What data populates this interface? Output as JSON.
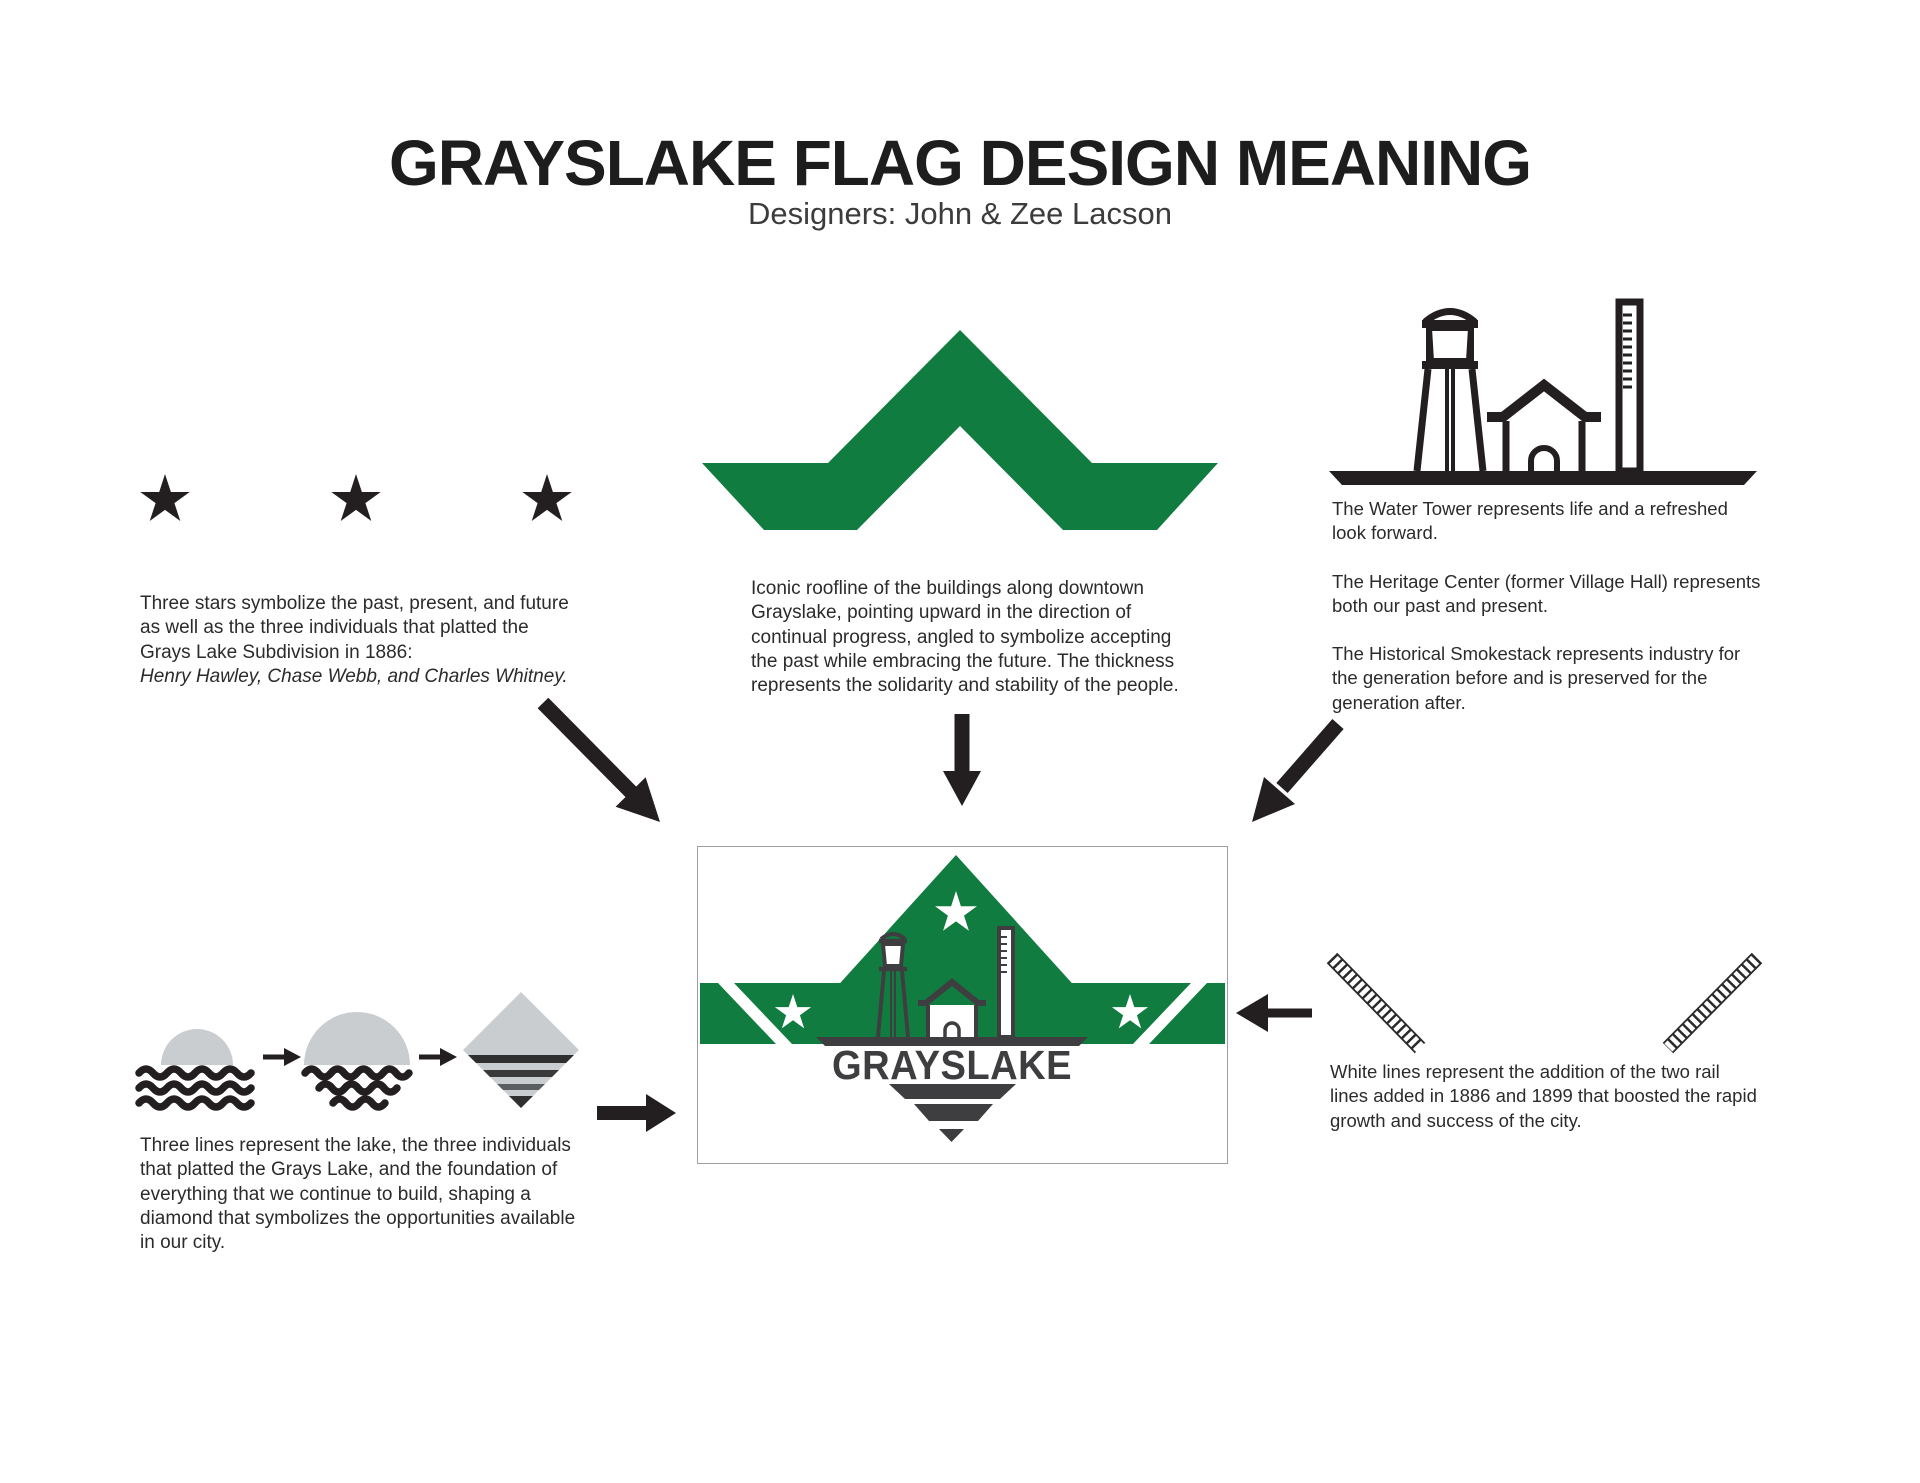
{
  "title": "GRAYSLAKE FLAG DESIGN MEANING",
  "subtitle": "Designers: John & Zee Lacson",
  "flag": {
    "wordmark": "GRAYSLAKE"
  },
  "sections": {
    "stars": {
      "paragraph": [
        "Three stars symbolize the past, present, and future",
        "as well as the three individuals that platted the",
        "Grays Lake Subdivision in 1886:"
      ],
      "names": "Henry Hawley, Chase Webb, and Charles Whitney."
    },
    "roofline": {
      "paragraph": [
        "Iconic roofline of the buildings along downtown",
        "Grayslake, pointing upward in the direction of",
        "continual progress, angled to symbolize accepting",
        "the past while embracing the future. The thickness",
        "represents the solidarity and stability of the people."
      ]
    },
    "landmarks": {
      "water_tower": [
        "The Water Tower represents life and a refreshed",
        "look forward."
      ],
      "heritage_center": [
        "The Heritage Center (former Village Hall) represents",
        "both our past and present."
      ],
      "smokestack": [
        "The Historical Smokestack represents industry for",
        "the generation before and is preserved for the",
        "generation after."
      ]
    },
    "lake": {
      "paragraph": [
        "Three lines represent the lake, the three individuals",
        "that platted the Grays Lake, and the foundation of",
        "everything that we continue to build, shaping a",
        "diamond that symbolizes the opportunities available",
        "in our city."
      ]
    },
    "rail": {
      "paragraph": [
        "White lines represent the addition of the two rail",
        "lines added in 1886 and 1899 that boosted the rapid",
        "growth and success of the city."
      ]
    }
  },
  "icons": {
    "star": "five-pointed-star",
    "roofline_chevron": "green-roofline-chevron",
    "water_tower": "water-tower",
    "heritage_center": "heritage-center-house",
    "smokestack": "historical-smokestack",
    "rail_track": "diagonal-railroad-track",
    "sun_waves": "sun-over-lake-waves",
    "diamond": "striped-diamond",
    "arrow": "solid-black-arrow"
  },
  "colors": {
    "green": "#107c3f",
    "ink": "#231f20",
    "flag_gray": "#3e3e40",
    "light_gray": "#c9cdd0",
    "text": "#2b2b2b"
  }
}
